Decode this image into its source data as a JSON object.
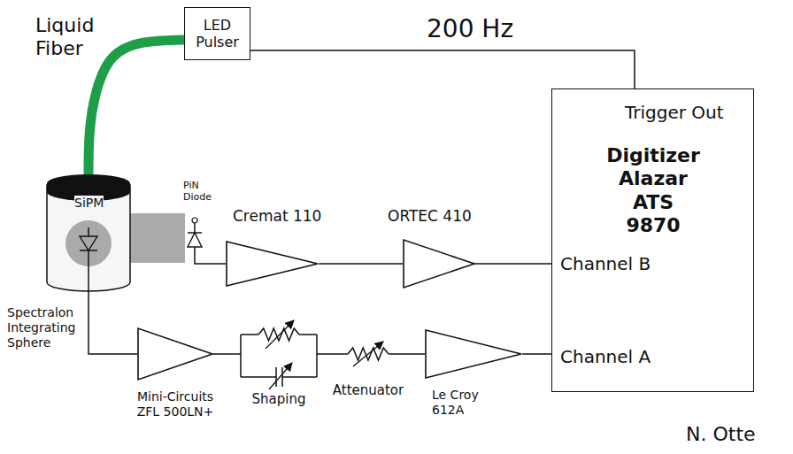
{
  "diagram": {
    "nodes": [
      {
        "text": [
          "LED Pulser"
        ]
      },
      {
        "text": [
          "Trigger Out",
          "Digitizer Alazar ATS 9870",
          "Channel B",
          "Channel A"
        ]
      },
      {
        "text": [
          "SiPM",
          "Spectralon Integrating Sphere"
        ]
      },
      {
        "text": [
          "Cremat 110"
        ]
      },
      {
        "text": [
          "ORTEC 410"
        ]
      },
      {
        "text": [
          "Mini-Circuits ZFL 500LN+"
        ]
      },
      {
        "text": [
          "Shaping"
        ]
      },
      {
        "text": [
          "Attenuator"
        ]
      },
      {
        "text": [
          "Le Croy 612A"
        ]
      },
      {
        "text": [
          "PiN Diode"
        ]
      }
    ],
    "edges": [
      {
        "from": 0,
        "to": 1,
        "label": "200 Hz",
        "arrow": "none"
      },
      {
        "from": 0,
        "to": 2,
        "label": "Liquid Fiber",
        "arrow": "none"
      },
      {
        "from": 2,
        "to": 9,
        "arrow": "none"
      },
      {
        "from": 9,
        "to": 3,
        "arrow": "none"
      },
      {
        "from": 3,
        "to": 4,
        "arrow": "none"
      },
      {
        "from": 4,
        "to": 1,
        "arrow": "none"
      },
      {
        "from": 2,
        "to": 5,
        "arrow": "none"
      },
      {
        "from": 5,
        "to": 6,
        "arrow": "none"
      },
      {
        "from": 6,
        "to": 7,
        "arrow": "none"
      },
      {
        "from": 7,
        "to": 8,
        "arrow": "none"
      },
      {
        "from": 8,
        "to": 1,
        "arrow": "none"
      }
    ],
    "labels": [
      "N. Otte"
    ]
  }
}
